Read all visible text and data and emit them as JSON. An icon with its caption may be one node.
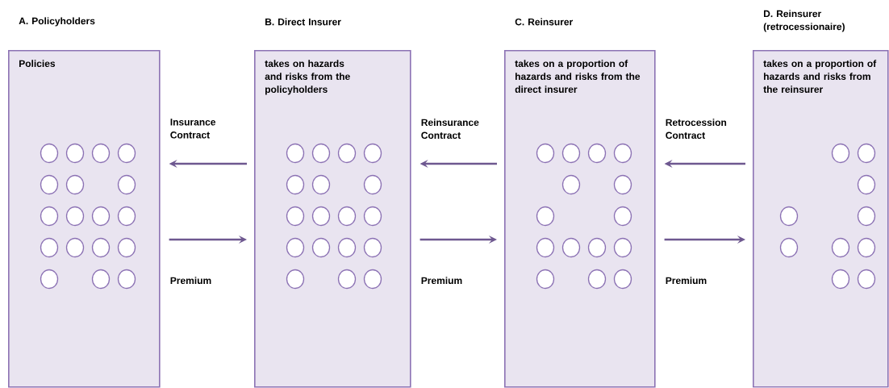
{
  "diagram": {
    "nodes": [
      {
        "text": [
          "A. Policyholders",
          "Policies"
        ]
      },
      {
        "text": [
          "B. Direct Insurer",
          "takes on hazards and risks from the policyholders"
        ]
      },
      {
        "text": [
          "C. Reinsurer",
          "takes on a proportion of hazards and risks from the direct insurer"
        ]
      },
      {
        "text": [
          "D. Reinsurer (retrocessionaire)",
          "takes on a proportion of hazards and risks from the reinsurer"
        ]
      }
    ],
    "edges": [
      {
        "from": 1,
        "to": 0,
        "arrow": "to",
        "label": "Insurance Contract"
      },
      {
        "from": 0,
        "to": 1,
        "arrow": "to",
        "label": "Premium"
      },
      {
        "from": 2,
        "to": 1,
        "arrow": "to",
        "label": "Reinsurance Contract"
      },
      {
        "from": 1,
        "to": 2,
        "arrow": "to",
        "label": "Premium"
      },
      {
        "from": 3,
        "to": 2,
        "arrow": "to",
        "label": "Retrocession Contract"
      },
      {
        "from": 2,
        "to": 3,
        "arrow": "to",
        "label": "Premium"
      }
    ]
  }
}
